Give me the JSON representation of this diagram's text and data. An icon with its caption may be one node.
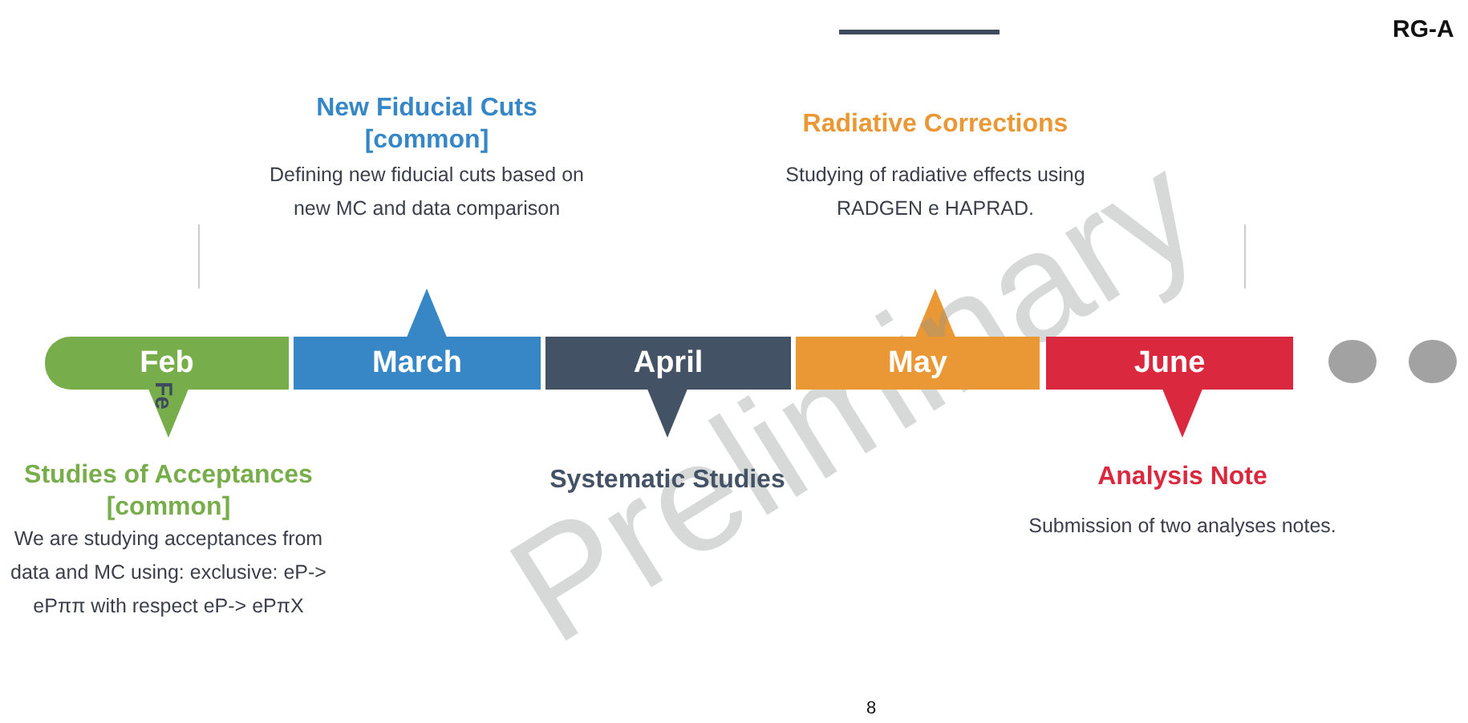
{
  "diagram": {
    "nodes": [
      {
        "text": [
          "Feb"
        ],
        "beside": [
          "Studies of Acceptances [common]",
          "We are studying acceptances from data and MC using: exclusive: eP-> ePππ with respect eP-> ePπX"
        ]
      },
      {
        "text": [
          "March"
        ],
        "beside": [
          "New Fiducial Cuts [common]",
          "Defining new fiducial cuts based on new MC and data comparison"
        ]
      },
      {
        "text": [
          "April"
        ],
        "beside": [
          "Systematic Studies"
        ]
      },
      {
        "text": [
          "May"
        ],
        "beside": [
          "Radiative Corrections",
          "Studying of radiative effects using RADGEN e HAPRAD."
        ]
      },
      {
        "text": [
          "June"
        ],
        "beside": [
          "Analysis Note",
          "Submission of  two analyses notes."
        ]
      },
      {
        "text": [],
        "shape": "circle"
      },
      {
        "text": [],
        "shape": "circle"
      }
    ],
    "edges": [],
    "labels": [
      "Preliminary",
      "RG-A",
      "Fe",
      "8"
    ]
  }
}
